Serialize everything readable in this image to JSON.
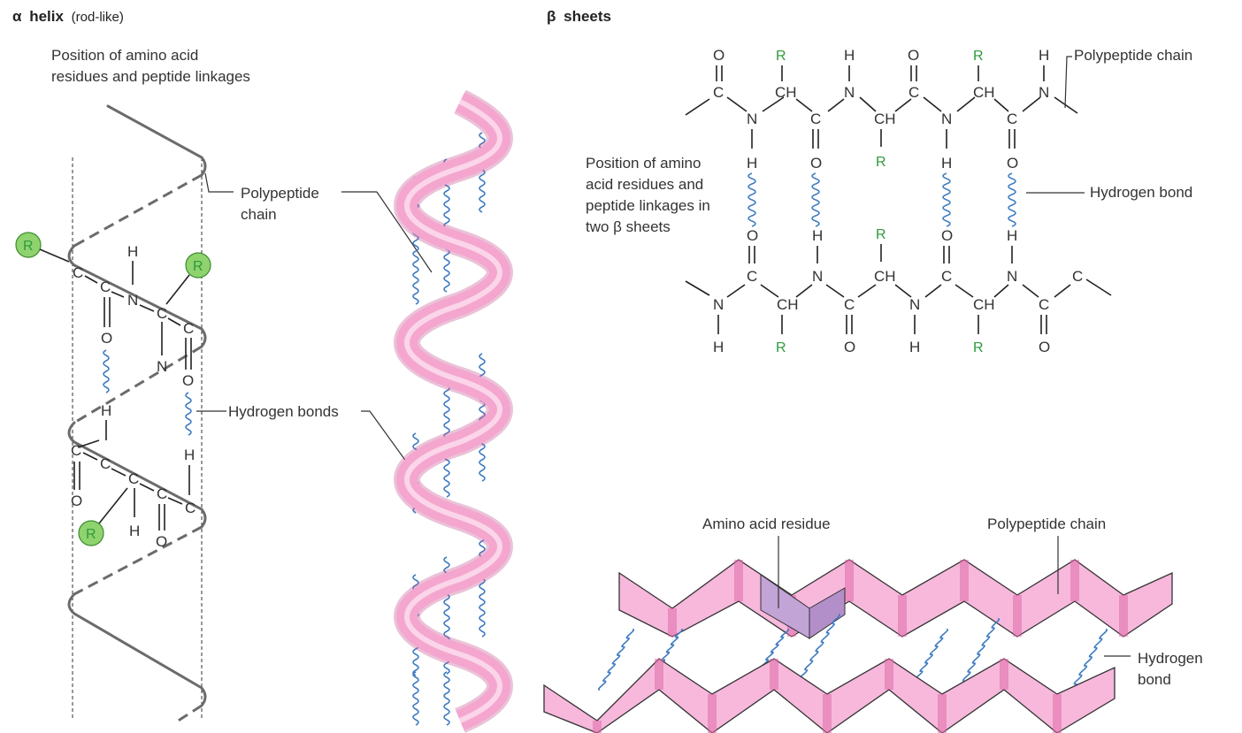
{
  "alpha": {
    "title_symbol": "α",
    "title_bold": "helix",
    "title_sub": "(rod-like)",
    "position_label_1": "Position of amino acid",
    "position_label_2": "residues and peptide linkages",
    "polypeptide_label_1": "Polypeptide",
    "polypeptide_label_2": "chain",
    "hydrogen_label": "Hydrogen bonds",
    "residue_symbol": "R"
  },
  "beta": {
    "title_symbol": "β",
    "title_bold": "sheets",
    "polypeptide_label": "Polypeptide chain",
    "hydrogen_label": "Hydrogen bond",
    "position_label_1": "Position of amino",
    "position_label_2": "acid residues and",
    "position_label_3": "peptide linkages in",
    "position_label_4": "two β sheets",
    "residue_label": "Amino acid residue",
    "chain_label": "Polypeptide chain",
    "hbond_label_1": "Hydrogen",
    "hbond_label_2": "bond",
    "residue_symbol": "R"
  },
  "colors": {
    "ribbon": "#f4a6cf",
    "ribbon_dark": "#e06aa8",
    "hbond": "#3f7cc2",
    "residue": "#8fd36e",
    "residue_text": "#2e9a3c",
    "highlight": "#c3a4d6"
  }
}
